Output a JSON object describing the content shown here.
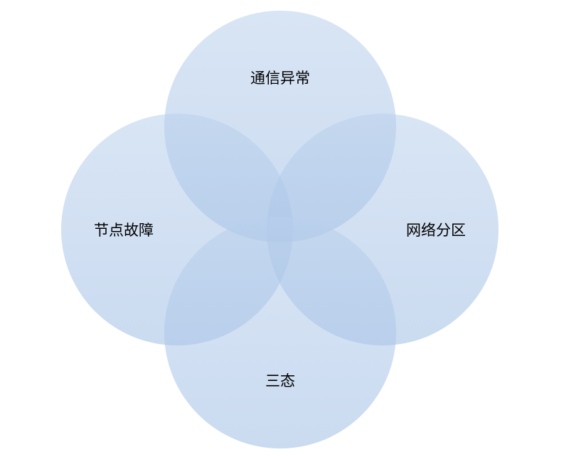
{
  "diagram": {
    "type": "venn",
    "fill_color": "#a9c4e6",
    "sets": [
      {
        "id": "top",
        "label": "通信异常"
      },
      {
        "id": "left",
        "label": "节点故障"
      },
      {
        "id": "right",
        "label": "网络分区"
      },
      {
        "id": "bottom",
        "label": "三态"
      }
    ]
  }
}
